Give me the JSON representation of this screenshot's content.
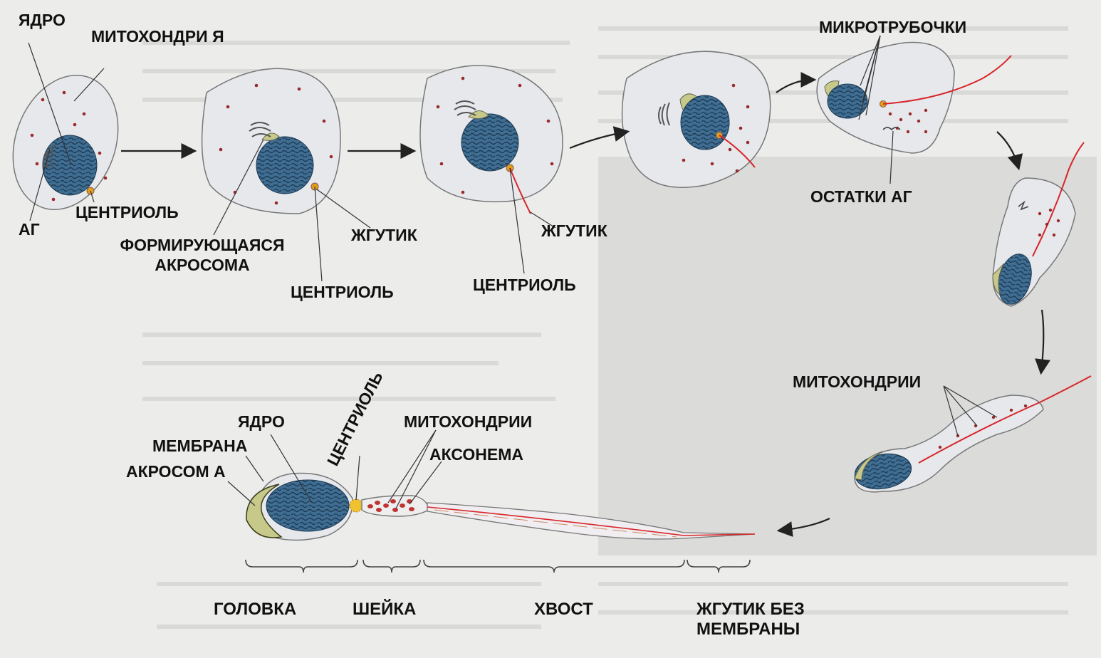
{
  "labels": {
    "nucleus_1": "ЯДРО",
    "mito_1": "МИТОХОНДРИ Я",
    "golgi_1": "АГ",
    "centriole_1": "ЦЕНТРИОЛЬ",
    "forming_acrosome": "ФОРМИРУЮЩАЯСЯ АКРОСОМА",
    "centriole_2": "ЦЕНТРИОЛЬ",
    "flagellum_1": "ЖГУТИК",
    "flagellum_2": "ЖГУТИК",
    "centriole_3": "ЦЕНТРИОЛЬ",
    "microtubules": "МИКРОТРУБОЧКИ",
    "golgi_remnants": "ОСТАТКИ АГ",
    "mito_2": "МИТОХОНДРИИ",
    "centriole_rot": "ЦЕНТРИОЛЬ",
    "nucleus_2": "ЯДРО",
    "membrane": "МЕМБРАНА",
    "acrosome": "АКРОСОМ А",
    "mito_3": "МИТОХОНДРИИ",
    "axoneme": "АКСОНЕМА",
    "head": "ГОЛОВКА",
    "neck": "ШЕЙКА",
    "tail": "ХВОСТ",
    "naked_flagellum": "ЖГУТИК БЕЗ МЕМБРАНЫ"
  },
  "colors": {
    "cell": "#e6e8ec",
    "nucleus": "#3f6e92",
    "acrosome": "#c7c98a",
    "flagellum": "#d8262a",
    "mito_dot": "#9a2a2a"
  }
}
